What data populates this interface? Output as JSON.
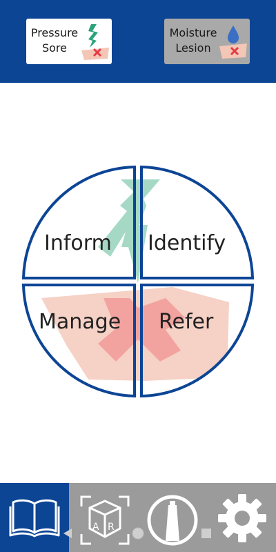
{
  "colors": {
    "brand_blue": "#0d4595",
    "nav_gray": "#9b9b9b",
    "green": "#8ecfb6",
    "pink_skin": "#f4c6b6",
    "red_x": "#ef6a72",
    "drop_blue": "#3a6fc4"
  },
  "header": {
    "pressure_button": {
      "line1": "Pressure",
      "line2": "Sore",
      "icon": "pressure-sore-icon"
    },
    "moisture_button": {
      "line1": "Moisture",
      "line2": "Lesion",
      "icon": "moisture-lesion-icon"
    }
  },
  "wheel": {
    "quadrants": [
      {
        "label": "Inform"
      },
      {
        "label": "Identify"
      },
      {
        "label": "Manage"
      },
      {
        "label": "Refer"
      }
    ]
  },
  "bottom_nav": [
    {
      "icon": "book-icon",
      "active": true
    },
    {
      "icon": "ar-cube-icon",
      "active": false
    },
    {
      "icon": "lighthouse-icon",
      "active": false
    },
    {
      "icon": "gear-icon",
      "active": false
    }
  ],
  "system_nav": [
    {
      "icon": "back-triangle-icon"
    },
    {
      "icon": "home-circle-icon"
    },
    {
      "icon": "recents-square-icon"
    }
  ]
}
